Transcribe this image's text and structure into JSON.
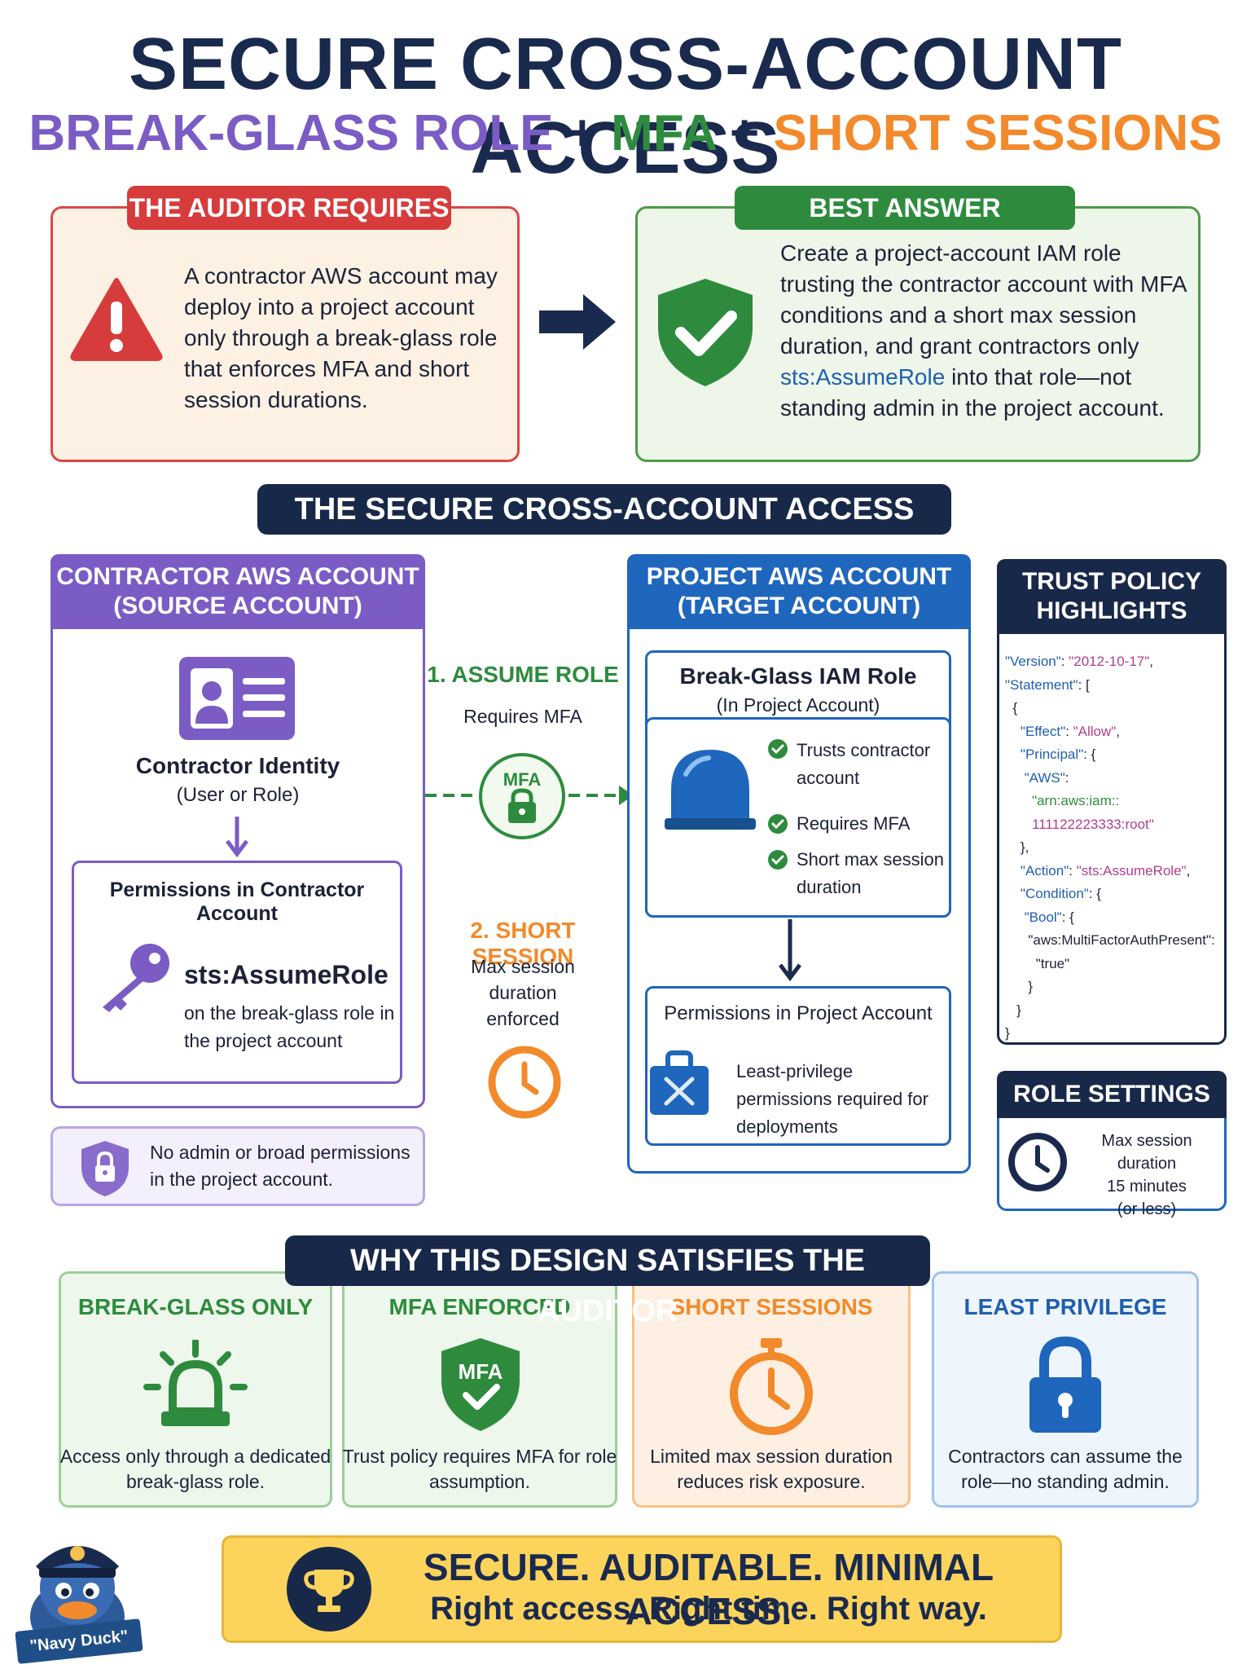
{
  "title": "SECURE CROSS-ACCOUNT ACCESS",
  "subtitle": {
    "part1": "BREAK-GLASS ROLE",
    "plus": "+",
    "part2": "MFA",
    "part3": "SHORT SESSIONS"
  },
  "auditor": {
    "banner": "THE AUDITOR REQUIRES",
    "text": "A contractor AWS account may deploy into a project account only through a break-glass role that enforces MFA and short session durations."
  },
  "best_answer": {
    "banner": "BEST ANSWER",
    "text_before": "Create a project-account IAM role trusting the contractor account with MFA conditions and a short max session duration, and grant contractors only ",
    "highlight": "sts:AssumeRole",
    "text_after": " into that role—not standing admin in the project account."
  },
  "design_banner": "THE SECURE CROSS-ACCOUNT ACCESS DESIGN",
  "contractor": {
    "header_line1": "CONTRACTOR AWS ACCOUNT",
    "header_line2": "(SOURCE ACCOUNT)",
    "identity": "Contractor Identity",
    "identity_sub": "(User or Role)",
    "perm_title": "Permissions in Contractor Account",
    "sts": "sts:AssumeRole",
    "sts_desc": "on the break-glass role in the project account",
    "no_admin": "No admin or broad permissions in the project account."
  },
  "flow": {
    "step1_title": "1. ASSUME ROLE",
    "step1_sub": "Requires MFA",
    "mfa_label": "MFA",
    "step2_title": "2. SHORT SESSION",
    "step2_sub": "Max session duration enforced"
  },
  "project": {
    "header_line1": "PROJECT AWS ACCOUNT",
    "header_line2": "(TARGET ACCOUNT)",
    "role_title": "Break-Glass IAM Role",
    "role_sub": "(In Project Account)",
    "checks": [
      "Trusts contractor account",
      "Requires MFA",
      "Short max session duration"
    ],
    "perm_title": "Permissions in Project Account",
    "perm_text": "Least-privilege permissions required for deployments"
  },
  "trust_policy": {
    "header_line1": "TRUST POLICY",
    "header_line2": "HIGHLIGHTS",
    "version_key": "\"Version\"",
    "version_val": "\"2012-10-17\"",
    "statement_key": "\"Statement\"",
    "effect_key": "\"Effect\"",
    "effect_val": "\"Allow\"",
    "principal_key": "\"Principal\"",
    "aws_key": "\"AWS\"",
    "arn_line1": "\"arn:aws:iam::",
    "arn_line2": "111122223333:root\"",
    "action_key": "\"Action\"",
    "action_val": "\"sts:AssumeRole\"",
    "condition_key": "\"Condition\"",
    "bool_key": "\"Bool\"",
    "mfa_key": "\"aws:MultiFactorAuthPresent\"",
    "mfa_val": "\"true\""
  },
  "role_settings": {
    "header": "ROLE SETTINGS",
    "line1": "Max session duration",
    "line2": "15 minutes",
    "line3": "(or less)"
  },
  "why": {
    "banner": "WHY THIS DESIGN SATISFIES THE AUDITOR",
    "cards": [
      {
        "title": "BREAK-GLASS ONLY",
        "desc": "Access only through a dedicated break-glass role."
      },
      {
        "title": "MFA ENFORCED",
        "desc": "Trust policy requires MFA for role assumption.",
        "icon_text": "MFA"
      },
      {
        "title": "SHORT SESSIONS",
        "desc": "Limited max session duration reduces risk exposure."
      },
      {
        "title": "LEAST PRIVILEGE",
        "desc": "Contractors can assume the role—no standing admin."
      }
    ]
  },
  "bottom": {
    "line1": "SECURE. AUDITABLE. MINIMAL ACCESS.",
    "line2": "Right access. Right time. Right way."
  },
  "mascot_label": "\"Navy Duck\"",
  "colors": {
    "navy": "#1a2a4f",
    "purple": "#7b5bc4",
    "green": "#2e8b3e",
    "orange": "#f28a2b",
    "red": "#d63c3c",
    "blue": "#1f66bd",
    "yellow": "#fcd45c"
  }
}
